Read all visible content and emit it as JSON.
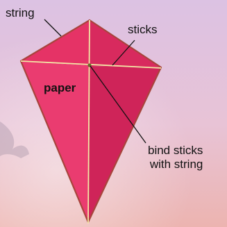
{
  "labels": {
    "string": "string",
    "sticks": "sticks",
    "paper": "paper",
    "bind_line1": "bind sticks",
    "bind_line2": "with string"
  },
  "colors": {
    "kite_main": "#e8336a",
    "kite_dark": "#c41f52",
    "kite_light": "#f04a7c",
    "kite_edge": "#a8443c",
    "sticks": "#f3e7a6",
    "sky_top": "#e9c9de",
    "sky_bottom": "#e9b3b4",
    "leader_line": "#111111"
  }
}
